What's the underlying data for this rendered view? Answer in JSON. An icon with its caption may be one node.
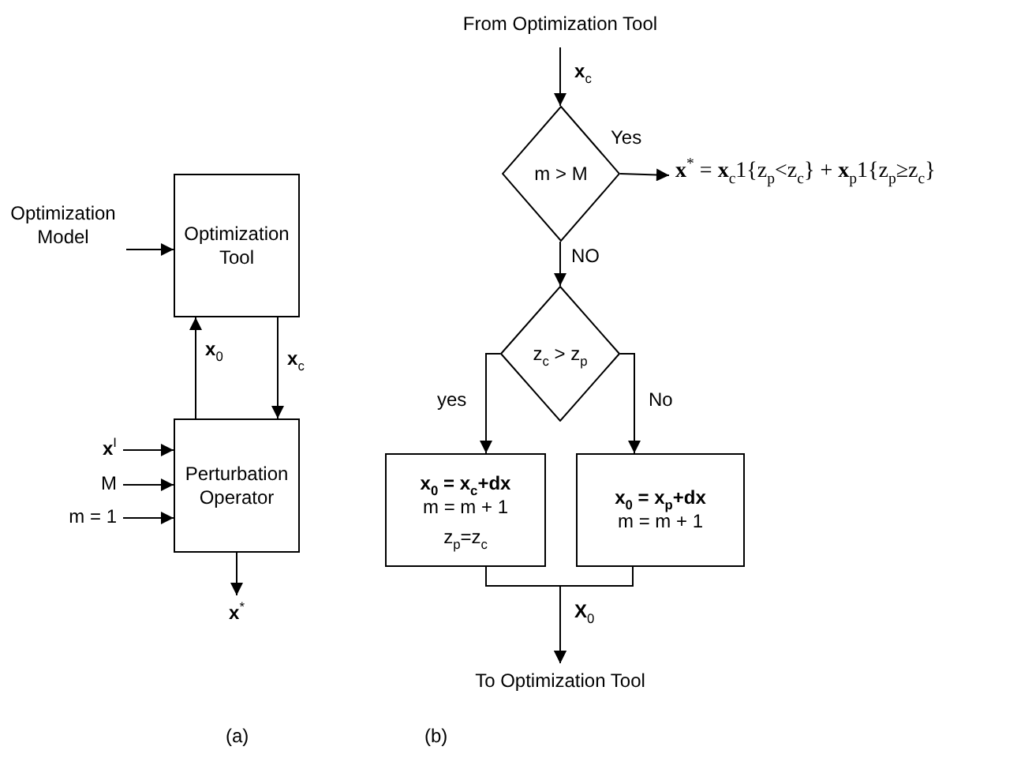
{
  "diagram": {
    "nodes": [
      {
        "text": [
          "Optimization Model"
        ]
      },
      {
        "text": [
          "Optimization Tool"
        ]
      },
      {
        "text": [
          "Perturbation Operator"
        ]
      },
      {
        "text": [
          "**x**$^{I}$"
        ]
      },
      {
        "text": [
          "M"
        ]
      },
      {
        "text": [
          "m = 1"
        ]
      },
      {
        "text": [
          "**x**$^{*}$"
        ]
      },
      {
        "text": [
          "From Optimization Tool"
        ]
      },
      {
        "text": [
          "m > M"
        ]
      },
      {
        "text": [
          "**x**$^{*}$ = **x**$_{c}$1{z$_{p}$<z$_{c}$} + **x**$_{p}$1{z$_{p}$≥z$_{c}$}"
        ]
      },
      {
        "text": [
          "z$_{c}$ > z$_{p}$"
        ]
      },
      {
        "text": [
          "x$_{0}$ = x$_{c}$+dx",
          "m = m + 1",
          "z$_{p}$=z$_{c}$"
        ]
      },
      {
        "text": [
          "x$_{0}$ = x$_{p}$+dx",
          "m = m + 1"
        ]
      },
      {
        "text": [
          "To Optimization Tool"
        ]
      }
    ],
    "edges": [
      {
        "from": 0,
        "to": 1,
        "arrow": "to"
      },
      {
        "from": 2,
        "to": 1,
        "arrow": "to",
        "label": "**x**$_{0}$"
      },
      {
        "from": 1,
        "to": 2,
        "arrow": "to",
        "label": "**x**$_{c}$"
      },
      {
        "from": 3,
        "to": 2,
        "arrow": "to"
      },
      {
        "from": 4,
        "to": 2,
        "arrow": "to"
      },
      {
        "from": 5,
        "to": 2,
        "arrow": "to"
      },
      {
        "from": 2,
        "to": 6,
        "arrow": "to"
      },
      {
        "from": 7,
        "to": 8,
        "arrow": "to",
        "label": "**x**$_{c}$"
      },
      {
        "from": 8,
        "to": 9,
        "arrow": "to",
        "label": "Yes"
      },
      {
        "from": 8,
        "to": 10,
        "arrow": "to",
        "label": "NO"
      },
      {
        "from": 10,
        "to": 11,
        "arrow": "to",
        "label": "yes"
      },
      {
        "from": 10,
        "to": 12,
        "arrow": "to",
        "label": "No"
      },
      {
        "from": 11,
        "to": 13,
        "arrow": "to",
        "label": "**X**$_{0}$"
      },
      {
        "from": 12,
        "to": 13,
        "arrow": "to"
      }
    ],
    "labels": [
      "(a)",
      "(b)"
    ]
  }
}
